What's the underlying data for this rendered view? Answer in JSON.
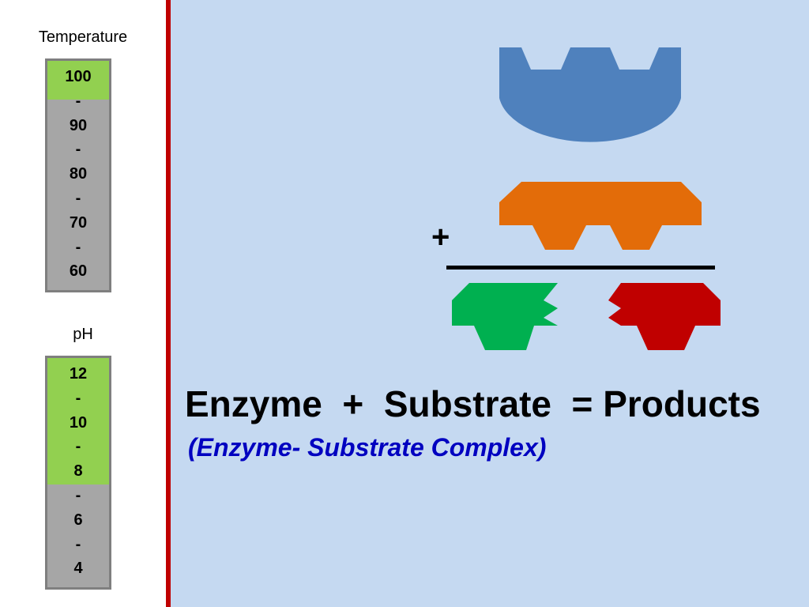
{
  "temperature": {
    "label": "Temperature",
    "ticks": [
      "100",
      "-",
      "90",
      "-",
      "80",
      "-",
      "70",
      "-",
      "60"
    ],
    "highlight_fraction": 0.17
  },
  "ph": {
    "label": "pH",
    "ticks": [
      "12",
      "-",
      "10",
      "-",
      "8",
      "-",
      "6",
      "-",
      "4"
    ],
    "highlight_fraction": 0.55
  },
  "diagram": {
    "plus": "+",
    "equation": "Enzyme  +  Substrate  = Products",
    "complex_label": "(Enzyme- Substrate Complex)"
  },
  "colors": {
    "enzyme": "#4f81bd",
    "substrate": "#e36c09",
    "product_green": "#00b050",
    "product_red": "#c00000",
    "gauge_fill": "#92d050",
    "gauge_body": "#a6a6a6",
    "divider": "#c00000",
    "background": "#c5d9f1",
    "subtitle": "#0000c0"
  }
}
